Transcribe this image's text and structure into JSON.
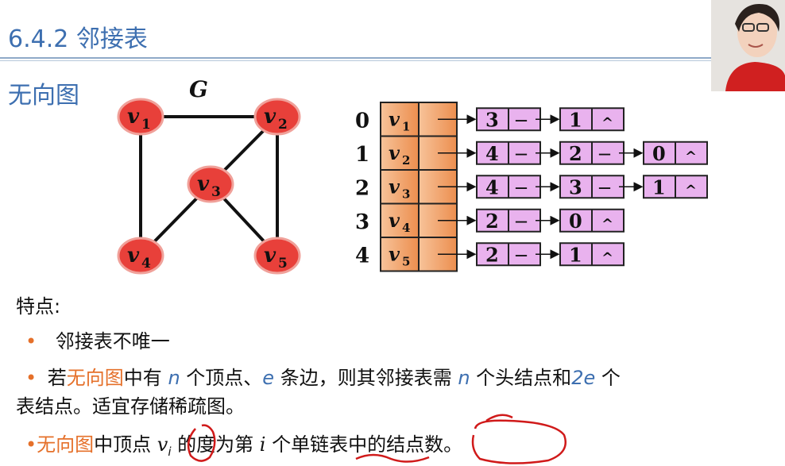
{
  "title": "6.4.2 邻接表",
  "subtitle": "无向图",
  "graph": {
    "name": "G",
    "vertices": [
      {
        "id": "v1",
        "sub": "1"
      },
      {
        "id": "v2",
        "sub": "2"
      },
      {
        "id": "v3",
        "sub": "3"
      },
      {
        "id": "v4",
        "sub": "4"
      },
      {
        "id": "v5",
        "sub": "5"
      }
    ]
  },
  "adjacency": {
    "rows": [
      {
        "index": "0",
        "vertex": "v",
        "sub": "1",
        "nodes": [
          "3",
          "1"
        ]
      },
      {
        "index": "1",
        "vertex": "v",
        "sub": "2",
        "nodes": [
          "4",
          "2",
          "0"
        ]
      },
      {
        "index": "2",
        "vertex": "v",
        "sub": "3",
        "nodes": [
          "4",
          "3",
          "1"
        ]
      },
      {
        "index": "3",
        "vertex": "v",
        "sub": "4",
        "nodes": [
          "2",
          "0"
        ]
      },
      {
        "index": "4",
        "vertex": "v",
        "sub": "5",
        "nodes": [
          "2",
          "1"
        ]
      }
    ],
    "null_symbol": "^",
    "link_symbol": "—"
  },
  "notes": {
    "heading": "特点:",
    "bullet": "•",
    "line1": "邻接表不唯一",
    "line2": {
      "p1": "若",
      "p2": "无向图",
      "p3": "中有 ",
      "n1": "n",
      "p4": " 个顶点、",
      "e": "e",
      "p5": " 条边，则其邻接表需 ",
      "n2": "n",
      "p6": " 个头结点和",
      "e2": "2e",
      "p7": " 个"
    },
    "line2b": "表结点。适宜存储稀疏图。",
    "line3": {
      "p1": "无向图",
      "p2": "中顶点 ",
      "vi": "v",
      "vi_sub": "i",
      "p3": " 的度为第 ",
      "i": "i",
      "p4": " 个单链表中的结点数。"
    }
  },
  "colors": {
    "title": "#3d6fb0",
    "vertex_fill": "#e8403a",
    "head_fill": "#f2a46a",
    "node_fill": "#e9b2ee",
    "accent": "#e5702a",
    "ink": "#d01a1a"
  }
}
